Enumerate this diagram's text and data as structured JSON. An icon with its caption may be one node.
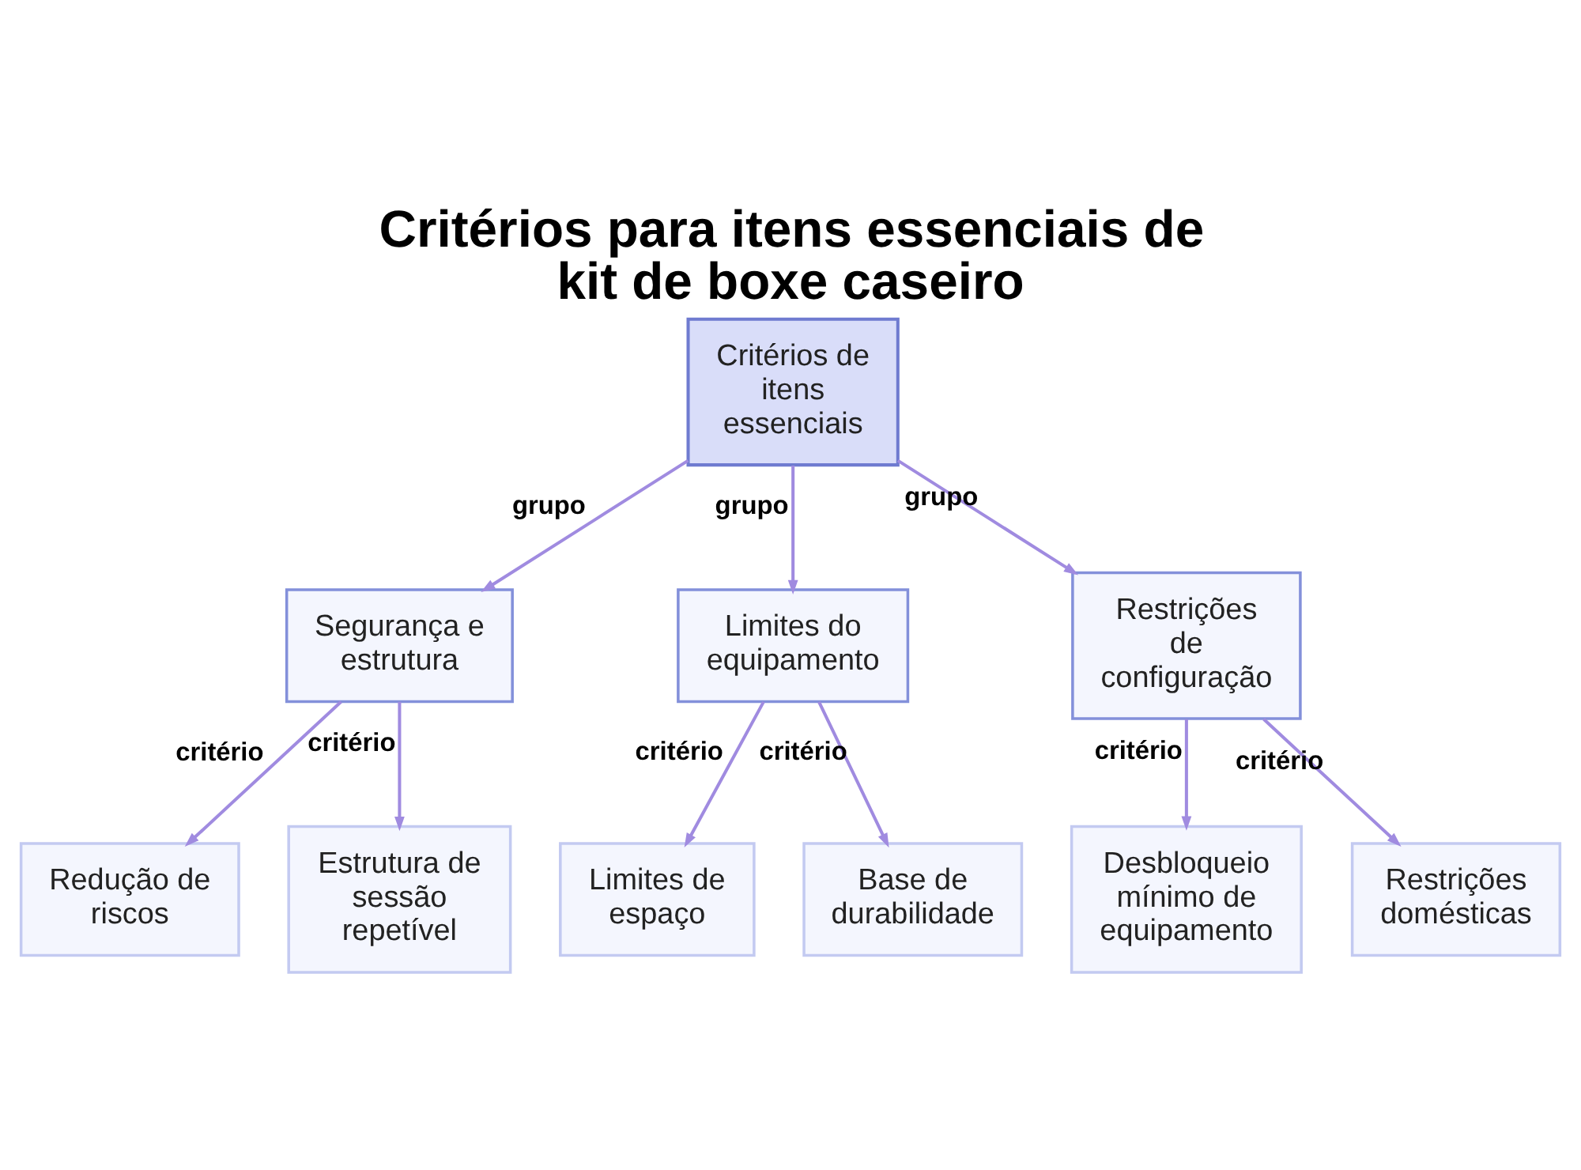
{
  "diagram": {
    "title": "Critérios para itens essenciais de kit de boxe caseiro",
    "nodes": [
      {
        "text": [
          "Critérios de itens essenciais"
        ]
      },
      {
        "text": [
          "Segurança e estrutura"
        ]
      },
      {
        "text": [
          "Limites do equipamento"
        ]
      },
      {
        "text": [
          "Restrições de configuração"
        ]
      },
      {
        "text": [
          "Redução de riscos"
        ]
      },
      {
        "text": [
          "Estrutura de sessão repetível"
        ]
      },
      {
        "text": [
          "Limites de espaço"
        ]
      },
      {
        "text": [
          "Base de durabilidade"
        ]
      },
      {
        "text": [
          "Desbloqueio mínimo de equipamento"
        ]
      },
      {
        "text": [
          "Restrições domésticas"
        ]
      }
    ],
    "edges": [
      {
        "from": 0,
        "to": 1,
        "arrow": "to",
        "label": "grupo"
      },
      {
        "from": 0,
        "to": 2,
        "arrow": "to",
        "label": "grupo"
      },
      {
        "from": 0,
        "to": 3,
        "arrow": "to",
        "label": "grupo"
      },
      {
        "from": 1,
        "to": 4,
        "arrow": "to",
        "label": "critério"
      },
      {
        "from": 1,
        "to": 5,
        "arrow": "to",
        "label": "critério"
      },
      {
        "from": 2,
        "to": 6,
        "arrow": "to",
        "label": "critério"
      },
      {
        "from": 2,
        "to": 7,
        "arrow": "to",
        "label": "critério"
      },
      {
        "from": 3,
        "to": 8,
        "arrow": "to",
        "label": "critério"
      },
      {
        "from": 3,
        "to": 9,
        "arrow": "to",
        "label": "critério"
      }
    ]
  }
}
